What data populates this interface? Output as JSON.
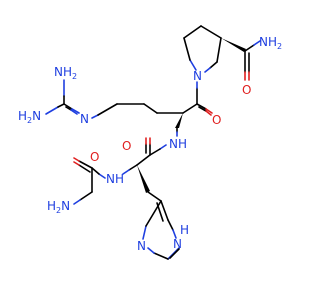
{
  "diagram": {
    "kind": "skeletal chemical structure",
    "colors": {
      "bond": "#000000",
      "nitrogen": "#1f3fe0",
      "oxygen": "#e02020",
      "background": "#ffffff"
    },
    "atom_labels": {
      "guanidine_top_nh2": "NH",
      "guanidine_top_nh2_sub": "2",
      "guanidine_left_nh2": "H",
      "guanidine_left_nh2_sub": "2",
      "guanidine_left_n": "N",
      "guanidine_n": "N",
      "proline_n": "N",
      "proline_amide_nh2": "NH",
      "proline_amide_nh2_sub": "2",
      "proline_amide_o": "O",
      "arg_carbonyl_o": "O",
      "arg_nh": "NH",
      "his_carbonyl_o": "O",
      "gly_carbonyl_o": "O",
      "his_nh": "NH",
      "gly_h": "H",
      "gly_h_sub": "2",
      "gly_n": "N",
      "imidazole_nh_n": "N",
      "imidazole_nh_h": "H",
      "imidazole_n": "N"
    }
  }
}
